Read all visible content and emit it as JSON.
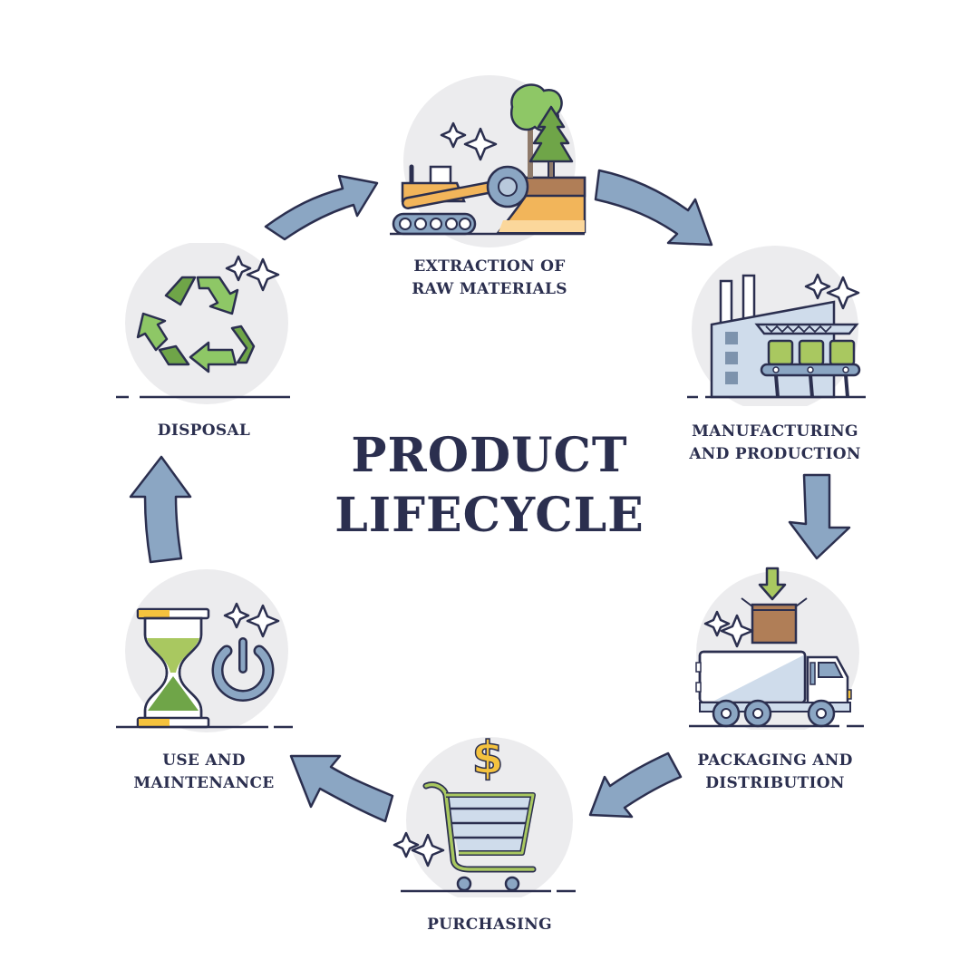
{
  "diagram": {
    "title_line1": "PRODUCT",
    "title_line2": "LIFECYCLE",
    "colors": {
      "text": "#2b2f4f",
      "arrow_fill": "#8ba6c3",
      "arrow_stroke": "#2b2f4f",
      "circle_bg": "#ececee",
      "green": "#6fa548",
      "light_green": "#a9c860",
      "yellow": "#f4c23e",
      "orange": "#f2b55a",
      "brown": "#b07e57",
      "steel_blue": "#8ba6c3",
      "pale_blue": "#cfdceb"
    },
    "steps": [
      {
        "id": "extraction",
        "line1": "EXTRACTION OF",
        "line2": "RAW MATERIALS",
        "icon": "excavator-trees-icon"
      },
      {
        "id": "manufacturing",
        "line1": "MANUFACTURING",
        "line2": "AND PRODUCTION",
        "icon": "factory-conveyor-icon"
      },
      {
        "id": "packaging",
        "line1": "PACKAGING AND",
        "line2": "DISTRIBUTION",
        "icon": "delivery-truck-box-icon"
      },
      {
        "id": "purchasing",
        "line1": "PURCHASING",
        "icon": "shopping-cart-dollar-icon"
      },
      {
        "id": "use",
        "line1": "USE AND",
        "line2": "MAINTENANCE",
        "icon": "hourglass-power-icon"
      },
      {
        "id": "disposal",
        "line1": "DISPOSAL",
        "icon": "recycle-icon"
      }
    ],
    "flow_direction": "clockwise"
  }
}
